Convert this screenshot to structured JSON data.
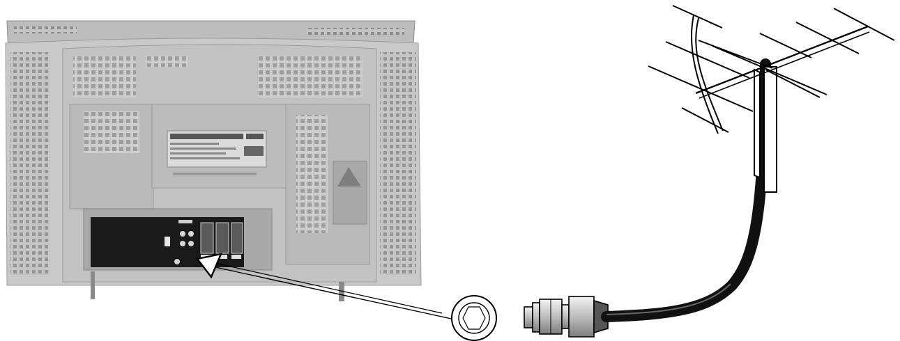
{
  "diagram": {
    "caption": "",
    "parts": [
      {
        "id": "tv-rear-panel",
        "kind": "photo"
      },
      {
        "id": "antenna-socket",
        "kind": "connector"
      },
      {
        "id": "coaxial-plug",
        "kind": "connector"
      },
      {
        "id": "antenna-cable",
        "kind": "cable"
      },
      {
        "id": "yagi-antenna",
        "kind": "antenna"
      }
    ],
    "colors": {
      "tv_body": "#c9c9c9",
      "tv_panel": "#b8b8b8",
      "tv_vents": "#8a8a8a",
      "connector_bay": "#1a1a1a",
      "cable": "#111111",
      "line": "#000000"
    }
  }
}
